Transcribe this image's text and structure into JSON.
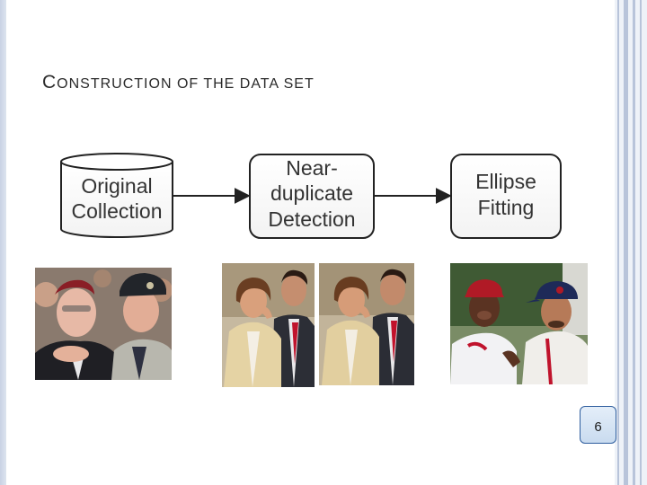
{
  "slide": {
    "title_first_letter": "C",
    "title_rest": "ONSTRUCTION OF THE DATA SET",
    "page_number": "6"
  },
  "diagram": {
    "nodes": [
      {
        "id": "original",
        "shape": "cylinder",
        "lines": [
          "Original",
          "Collection"
        ]
      },
      {
        "id": "near_dup",
        "shape": "rounded-rect",
        "lines": [
          "Near-",
          "duplicate",
          "Detection"
        ]
      },
      {
        "id": "ellipse",
        "shape": "rounded-rect",
        "lines": [
          "Ellipse",
          "Fitting"
        ]
      }
    ],
    "edges": [
      {
        "from": "original",
        "to": "near_dup"
      },
      {
        "from": "near_dup",
        "to": "ellipse"
      }
    ]
  },
  "photos": [
    {
      "id": "photo-officials",
      "depicts": "two older men in military and suit attire with crowd behind"
    },
    {
      "id": "photo-couple-a",
      "depicts": "woman in cream jacket and man in dark suit with red tie"
    },
    {
      "id": "photo-couple-b",
      "depicts": "near-duplicate of the woman and man photo"
    },
    {
      "id": "photo-two-men-caps",
      "depicts": "two men wearing baseball caps outdoors"
    }
  ]
}
